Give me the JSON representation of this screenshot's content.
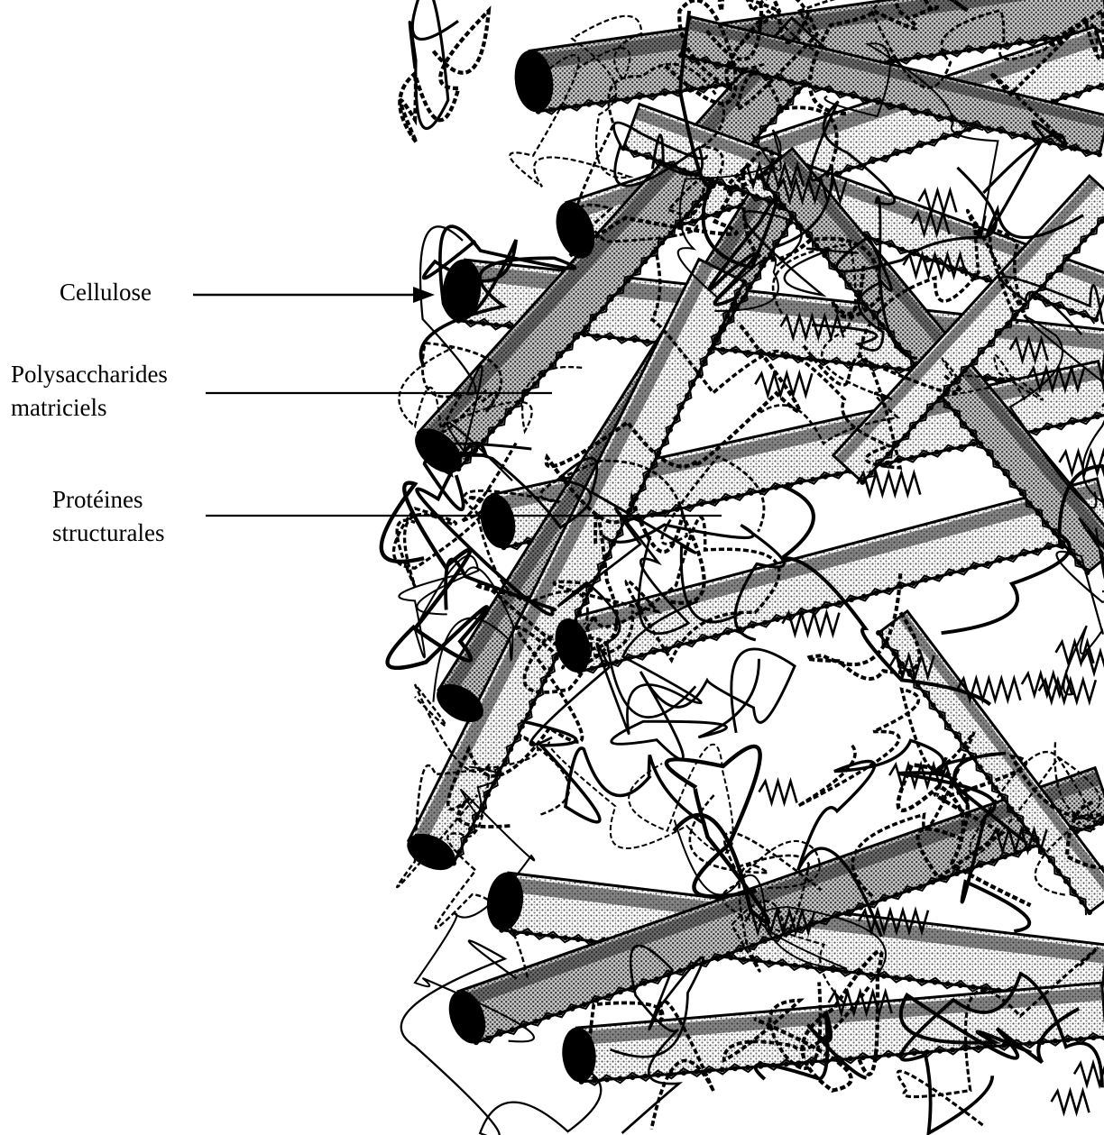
{
  "labels": {
    "cellulose": "Cellulose",
    "polysaccharides_line1": "Polysaccharides",
    "polysaccharides_line2": "matriciels",
    "proteines_line1": "Protéines",
    "proteines_line2": "structurales"
  },
  "colors": {
    "ink": "#000000",
    "fiber_shading": "#9a9a9a",
    "background": "#ffffff"
  }
}
